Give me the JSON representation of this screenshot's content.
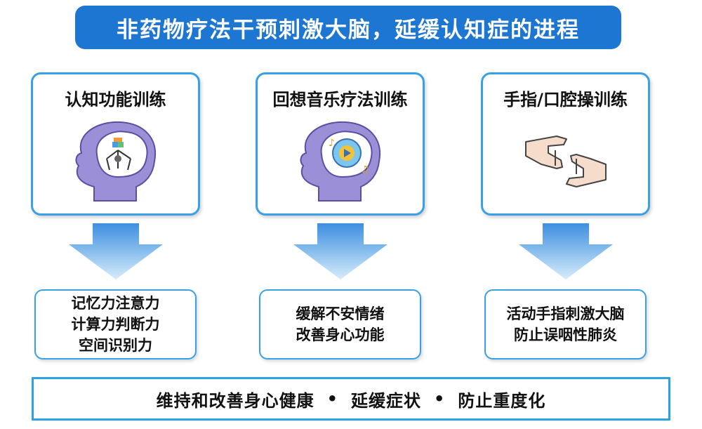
{
  "title": "非药物疗法干预刺激大脑，延缓认知症的进程",
  "colors": {
    "title_bg": "#1d76d2",
    "card_border": "#3aa0e6",
    "head_fill": "#9b8fd8",
    "brain_fill": "#ffffff",
    "arrow_top": "#3d8fe0",
    "arrow_bottom": "#d7ecfb"
  },
  "columns": [
    {
      "title": "认知功能训练",
      "icon": "brain-cognition-icon",
      "lines": [
        "记忆力注意力",
        "计算力判断力",
        "空间识别力"
      ]
    },
    {
      "title": "回想音乐疗法训练",
      "icon": "brain-music-icon",
      "lines": [
        "缓解不安情绪",
        "改善身心功能"
      ]
    },
    {
      "title": "手指/口腔操训练",
      "icon": "hands-frame-icon",
      "lines": [
        "活动手指刺激大脑",
        "防止误咽性肺炎"
      ]
    }
  ],
  "bottom": {
    "items": [
      "维持和改善身心健康",
      "延缓症状",
      "防止重度化"
    ],
    "separator": "•"
  }
}
